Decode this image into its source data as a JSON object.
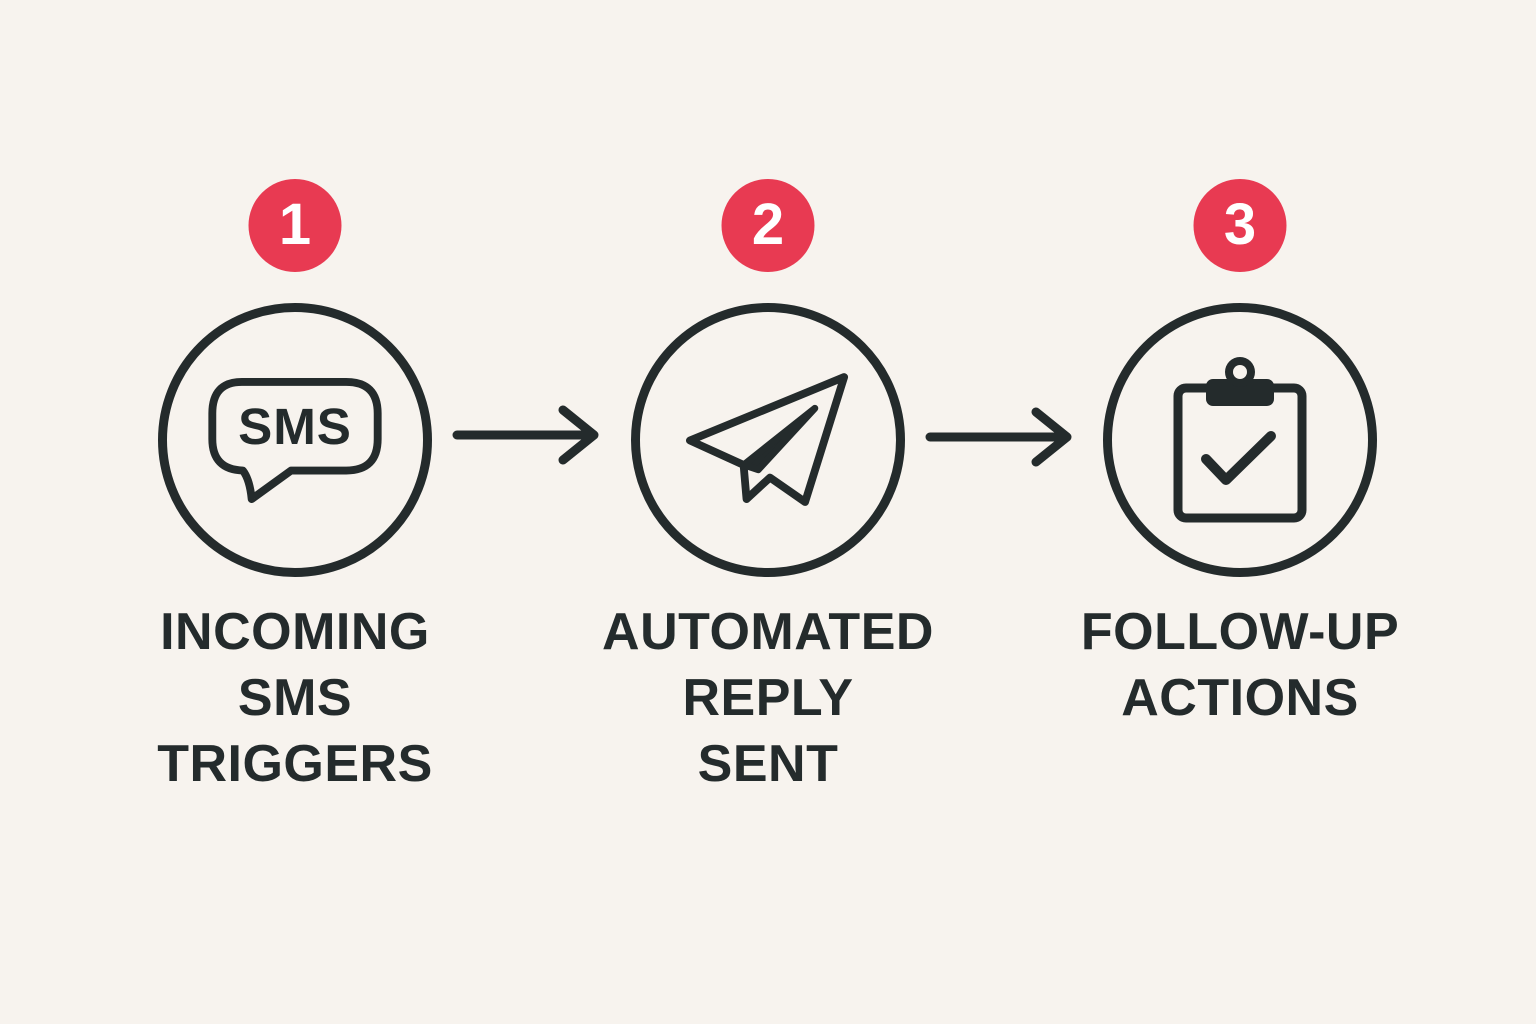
{
  "diagram": {
    "type": "process-flow",
    "direction": "left-to-right",
    "colors": {
      "background": "#F7F3EE",
      "ink": "#242B2C",
      "accent": "#E83A52",
      "badge_text": "#FFFFFF"
    },
    "steps": [
      {
        "number": "1",
        "icon": "sms-message-bubble-icon",
        "icon_text": "SMS",
        "label": "INCOMING\nSMS\nTRIGGERS"
      },
      {
        "number": "2",
        "icon": "paper-plane-icon",
        "label": "AUTOMATED\nREPLY\nSENT"
      },
      {
        "number": "3",
        "icon": "clipboard-check-icon",
        "label": "FOLLOW-UP\nACTIONS"
      }
    ],
    "connectors": [
      {
        "type": "arrow-right",
        "from": "step-1",
        "to": "step-2"
      },
      {
        "type": "arrow-right",
        "from": "step-2",
        "to": "step-3"
      }
    ]
  }
}
